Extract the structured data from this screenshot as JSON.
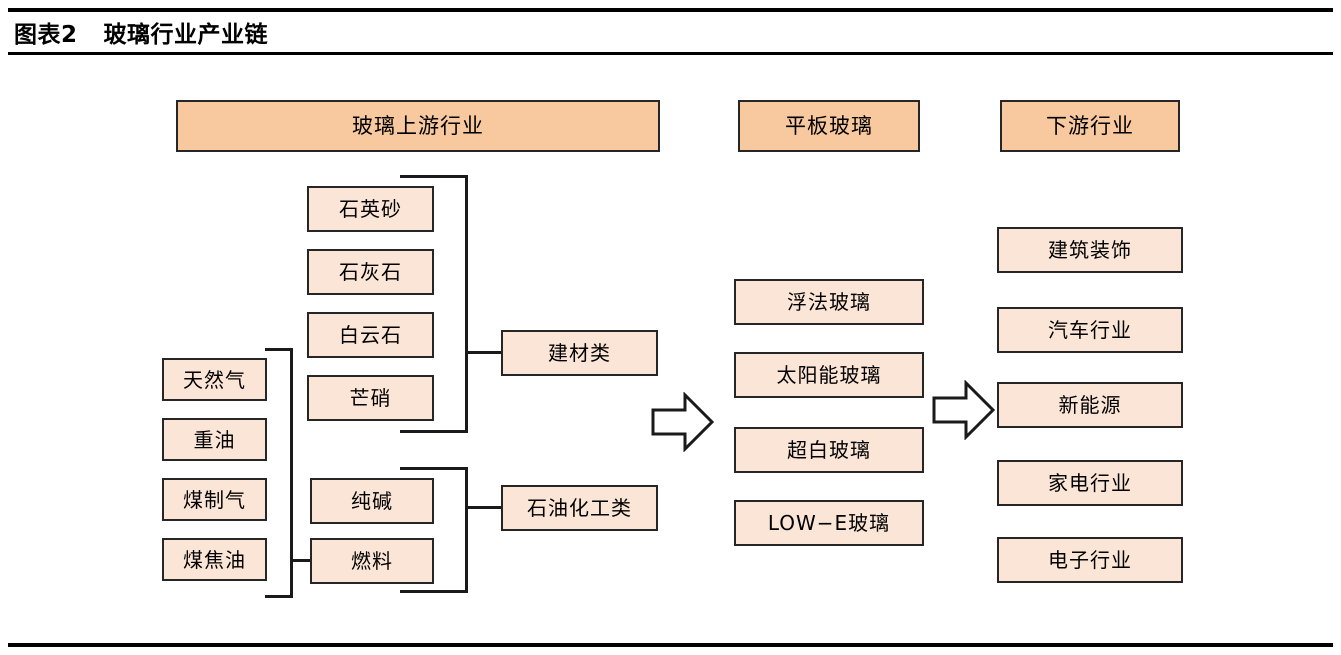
{
  "figure": {
    "label": "图表2",
    "title": "玻璃行业产业链"
  },
  "colors": {
    "header_fill": "#F8C89E",
    "box_fill": "#FBE5D6",
    "border": "#262626",
    "line": "#1A1A1A",
    "arrow_fill": "#FFFFFF"
  },
  "headers": {
    "upstream": "玻璃上游行业",
    "midstream": "平板玻璃",
    "downstream": "下游行业"
  },
  "columns": {
    "minerals": [
      {
        "label": "石英砂"
      },
      {
        "label": "石灰石"
      },
      {
        "label": "白云石"
      },
      {
        "label": "芒硝"
      }
    ],
    "fuels": [
      {
        "label": "天然气"
      },
      {
        "label": "重油"
      },
      {
        "label": "煤制气"
      },
      {
        "label": "煤焦油"
      }
    ],
    "chemicals": [
      {
        "label": "纯碱"
      },
      {
        "label": "燃料"
      }
    ],
    "categories": [
      {
        "label": "建材类"
      },
      {
        "label": "石油化工类"
      }
    ],
    "flat_glass": [
      {
        "label": "浮法玻璃"
      },
      {
        "label": "太阳能玻璃"
      },
      {
        "label": "超白玻璃"
      },
      {
        "label": "LOW−E玻璃"
      }
    ],
    "downstream_industries": [
      {
        "label": "建筑装饰"
      },
      {
        "label": "汽车行业"
      },
      {
        "label": "新能源"
      },
      {
        "label": "家电行业"
      },
      {
        "label": "电子行业"
      }
    ]
  },
  "arrows": [
    {
      "name": "upstream-to-midstream"
    },
    {
      "name": "midstream-to-downstream"
    }
  ]
}
